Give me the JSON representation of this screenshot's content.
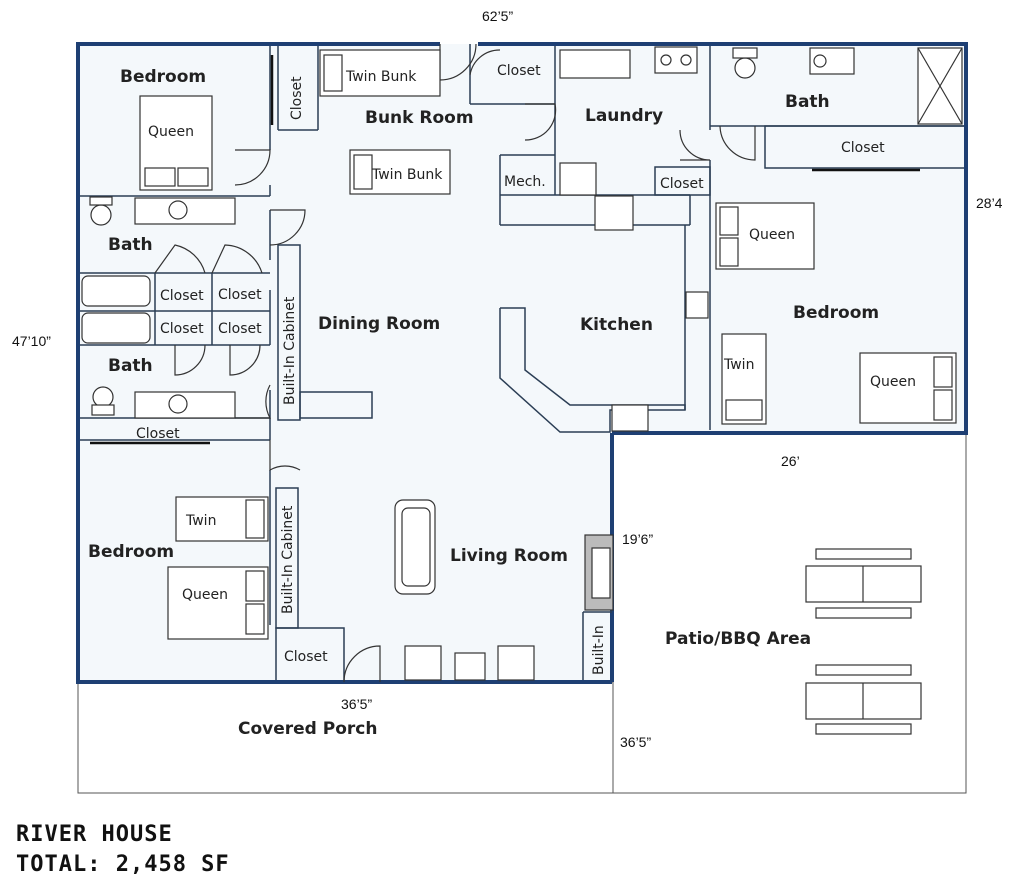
{
  "colors": {
    "outer_wall": "#1e3f73",
    "inner_wall": "#2b3e55",
    "floor": "#f4f8fb",
    "furniture_fill": "#ffffff",
    "line": "#333333"
  },
  "rooms": {
    "bedroom_nw": "Bedroom",
    "bunk_room": "Bunk Room",
    "laundry": "Laundry",
    "bath_ne": "Bath",
    "bath_w1": "Bath",
    "bath_w2": "Bath",
    "dining_room": "Dining Room",
    "kitchen": "Kitchen",
    "bedroom_e": "Bedroom",
    "bedroom_sw": "Bedroom",
    "living_room": "Living Room",
    "covered_porch": "Covered Porch",
    "patio": "Patio/BBQ Area"
  },
  "fixtures": {
    "closet": "Closet",
    "twin_bunk": "Twin Bunk",
    "queen": "Queen",
    "twin": "Twin",
    "mech": "Mech.",
    "built_in_cabinet": "Built-In Cabinet",
    "built_in": "Built-In"
  },
  "dimensions": {
    "top": "62’5”",
    "left": "47’10”",
    "right_upper": "28’4",
    "patio_top": "26’",
    "fireplace": "19’6”",
    "porch_top": "36’5”",
    "patio_bottom": "36’5”"
  },
  "title": {
    "name": "RIVER HOUSE",
    "total": "TOTAL: 2,458 SF"
  }
}
